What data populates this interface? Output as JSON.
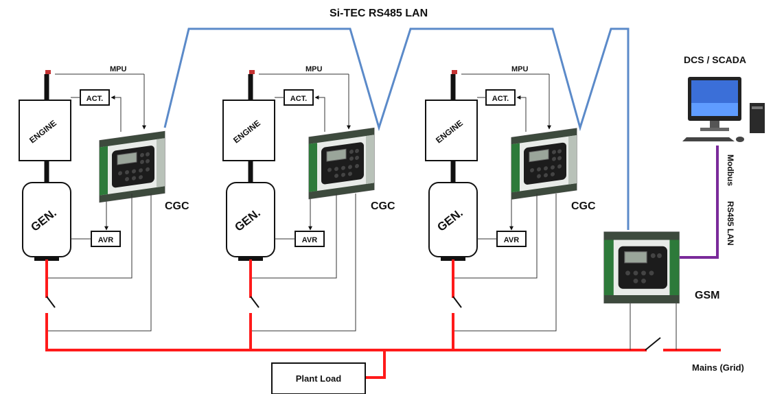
{
  "diagram": {
    "network_label": "Si-TEC RS485 LAN",
    "gensets": [
      {
        "engine": "ENGINE",
        "generator": "GEN.",
        "actuator": "ACT.",
        "avr": "AVR",
        "mpu": "MPU",
        "controller": "CGC"
      },
      {
        "engine": "ENGINE",
        "generator": "GEN.",
        "actuator": "ACT.",
        "avr": "AVR",
        "mpu": "MPU",
        "controller": "CGC"
      },
      {
        "engine": "ENGINE",
        "generator": "GEN.",
        "actuator": "ACT.",
        "avr": "AVR",
        "mpu": "MPU",
        "controller": "CGC"
      }
    ],
    "master_controller": "GSM",
    "scada_label": "DCS / SCADA",
    "modbus_label_1": "Modbus",
    "modbus_label_2": "RS485 LAN",
    "plant_load": "Plant Load",
    "mains": "Mains (Grid)",
    "colors": {
      "power_bus": "#ff1a1a",
      "rs485_lan": "#5b8ac9",
      "modbus": "#7a2a9a"
    }
  }
}
